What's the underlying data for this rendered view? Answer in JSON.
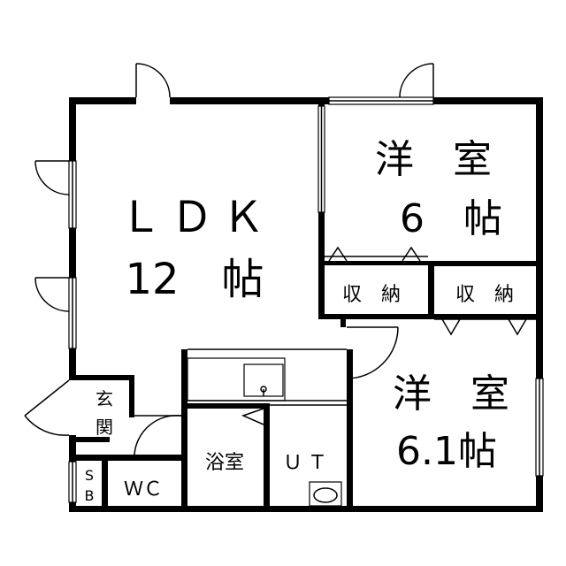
{
  "rooms": {
    "ldk": {
      "name": "ＬＤＫ",
      "size": "12　帖"
    },
    "bedroom1": {
      "name": "洋　室",
      "size": "6　帖"
    },
    "bedroom2": {
      "name": "洋　室",
      "size": "6.1帖"
    },
    "storage1": "収　納",
    "storage2": "収　納",
    "entrance": "玄関",
    "wc": "ＷＣ",
    "bath": "浴室",
    "utility": "ＵＴ",
    "shoebox_top": "S",
    "shoebox_bottom": "B"
  }
}
